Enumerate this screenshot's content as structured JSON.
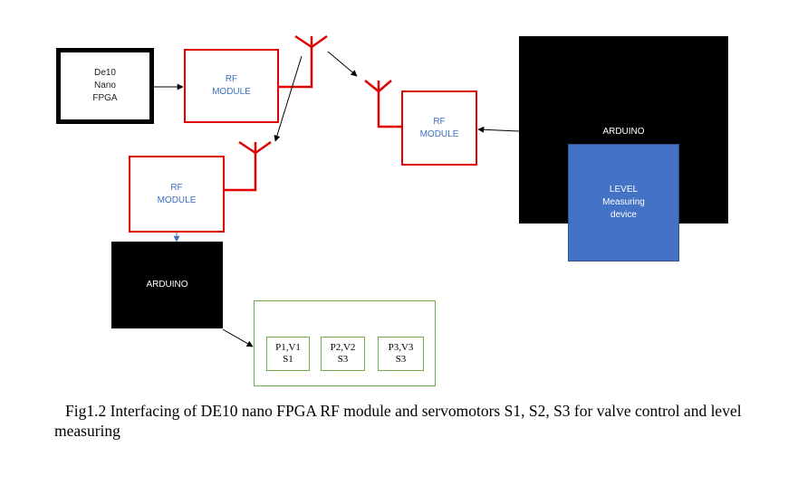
{
  "diagram": {
    "fpga": {
      "lines": [
        "De10",
        "Nano",
        "FPGA"
      ]
    },
    "rf_module_1": {
      "lines": [
        "RF",
        "MODULE"
      ]
    },
    "rf_module_2": {
      "lines": [
        "RF",
        "MODULE"
      ]
    },
    "rf_module_3": {
      "lines": [
        "RF",
        "MODULE"
      ]
    },
    "arduino_receiver": {
      "label": "ARDUINO"
    },
    "arduino_sensor": {
      "label": "ARDUINO"
    },
    "level_device": {
      "lines": [
        "LEVEL",
        "Measuring",
        "device"
      ]
    },
    "valves": [
      {
        "top": "P1,V1",
        "bottom": "S1"
      },
      {
        "top": "P2,V2",
        "bottom": "S3"
      },
      {
        "top": "P3,V3",
        "bottom": "S3"
      }
    ],
    "caption": "Fig1.2 Interfacing of DE10 nano FPGA RF module and servomotors S1, S2, S3 for valve control and level measuring",
    "colors": {
      "rf_border": "#e00000",
      "rf_text": "#3a6fc4",
      "level_fill": "#4472c4",
      "valve_border": "#70ad47",
      "arduino_fill": "#000000"
    }
  }
}
